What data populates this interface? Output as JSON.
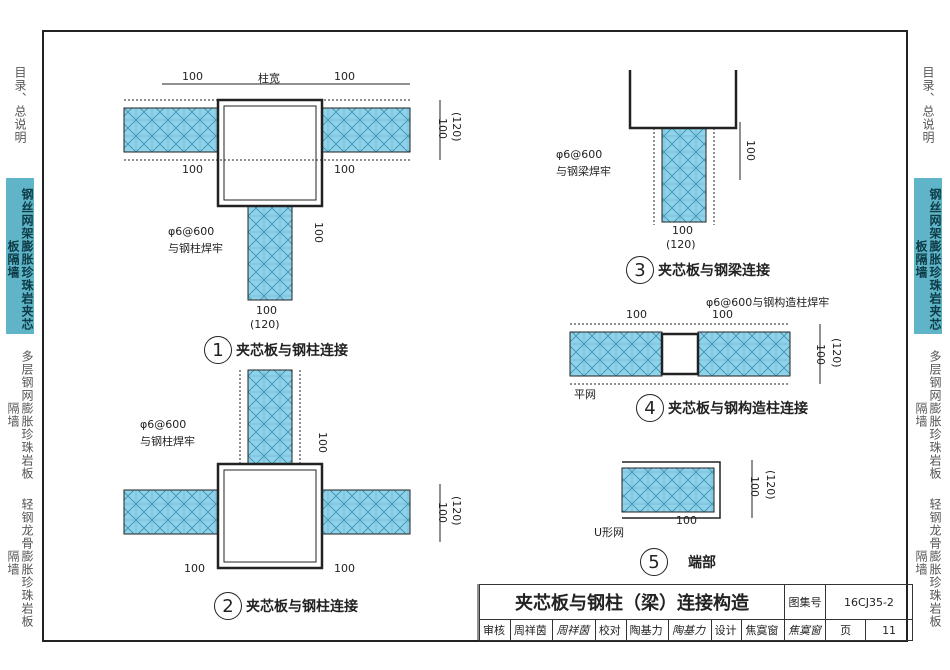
{
  "sidebar_left": [
    "目录、总说明",
    "钢丝网架膨胀珍珠岩夹芯板隔墙",
    "多层钢网膨胀珍珠岩板隔墙",
    "轻钢龙骨膨胀珍珠岩板隔墙"
  ],
  "sidebar_right": [
    "目录、总说明",
    "钢丝网架膨胀珍珠岩夹芯板隔墙",
    "多层钢网膨胀珍珠岩板隔墙",
    "轻钢龙骨膨胀珍珠岩板隔墙"
  ],
  "d1": {
    "dim_left": "100",
    "dim_mid": "柱宽",
    "dim_right": "100",
    "dim_h": "100",
    "dim_h2": "(120)",
    "dim_bl": "100",
    "dim_br": "100",
    "weld": "φ6@600",
    "weld2": "与钢柱焊牢",
    "dim_v": "100",
    "dim_b": "100",
    "dim_b2": "(120)",
    "num": "1",
    "title": "夹芯板与钢柱连接"
  },
  "d2": {
    "weld": "φ6@600",
    "weld2": "与钢柱焊牢",
    "dim_v": "100",
    "dim_h": "100",
    "dim_h2": "(120)",
    "dim_bl": "100",
    "dim_br": "100",
    "num": "2",
    "title": "夹芯板与钢柱连接"
  },
  "d3": {
    "weld": "φ6@600",
    "weld2": "与钢梁焊牢",
    "dim_v": "100",
    "dim_b": "100",
    "dim_b2": "(120)",
    "num": "3",
    "title": "夹芯板与钢梁连接"
  },
  "d4": {
    "weld": "φ6@600与钢构造柱焊牢",
    "dim_l": "100",
    "dim_r": "100",
    "dim_h": "100",
    "dim_h2": "(120)",
    "mesh": "平网",
    "num": "4",
    "title": "夹芯板与钢构造柱连接"
  },
  "d5": {
    "dim_h": "100",
    "dim_h2": "(120)",
    "dim_b": "100",
    "mesh": "U形网",
    "num": "5",
    "title": "端部"
  },
  "titleblock": {
    "title": "夹芯板与钢柱（梁）连接构造",
    "atlas_label": "图集号",
    "atlas_no": "16CJ35-2",
    "review": "审核",
    "reviewer": "周祥茵",
    "sig1": "周祥茵",
    "check": "校对",
    "checker": "陶基力",
    "sig2": "陶基力",
    "design": "设计",
    "designer": "焦寞窗",
    "sig3": "焦寞窗",
    "page_label": "页",
    "page_no": "11"
  },
  "colors": {
    "panel": "#7ecbe4",
    "sidebar_active": "#5fb5c7"
  }
}
